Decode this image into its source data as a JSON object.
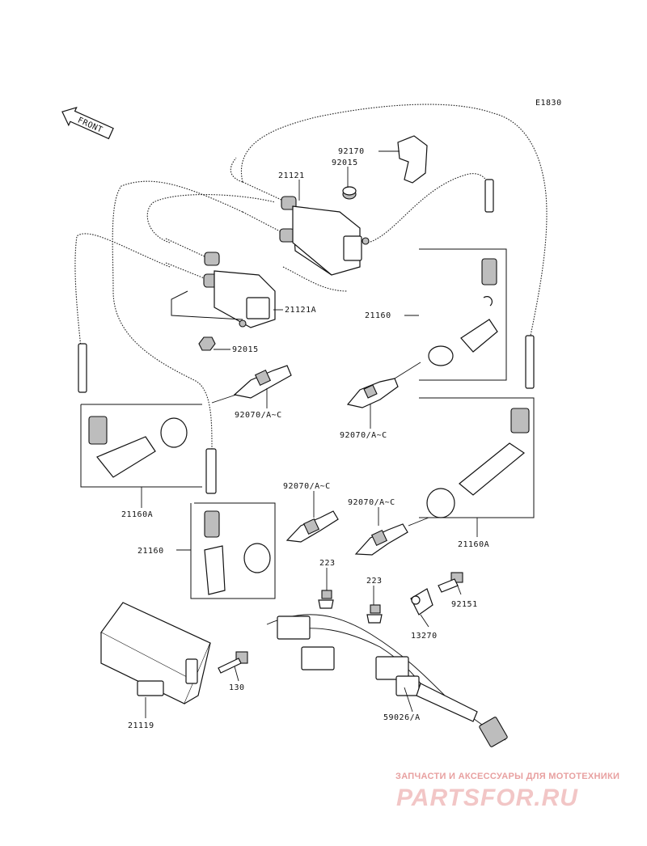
{
  "diagram_code": "E1830",
  "front_label": "FRONT",
  "parts": {
    "clamp": "92170",
    "damper_coil": "92015",
    "coil_upper": "21121",
    "coil_lower": "21121A",
    "damper_lower": "92015",
    "cap_right": "21160",
    "plug_right_upper": "92070/A~C",
    "plug_left_upper": "92070/A~C",
    "cap_left": "21160A",
    "plug_center": "92070/A~C",
    "plug_center_right": "92070/A~C",
    "cap_right_lower": "21160A",
    "cap_center": "21160",
    "bolt_left": "223",
    "bolt_right": "223",
    "bolt_small": "92151",
    "clip": "13270",
    "harness": "59026/A",
    "bolt_igniter": "130",
    "igniter": "21119"
  },
  "watermark": {
    "top": "ЗАПЧАСТИ И АКСЕССУАРЫ ДЛЯ МОТОТЕХНИКИ",
    "brand": "PARTSFOR.RU"
  }
}
